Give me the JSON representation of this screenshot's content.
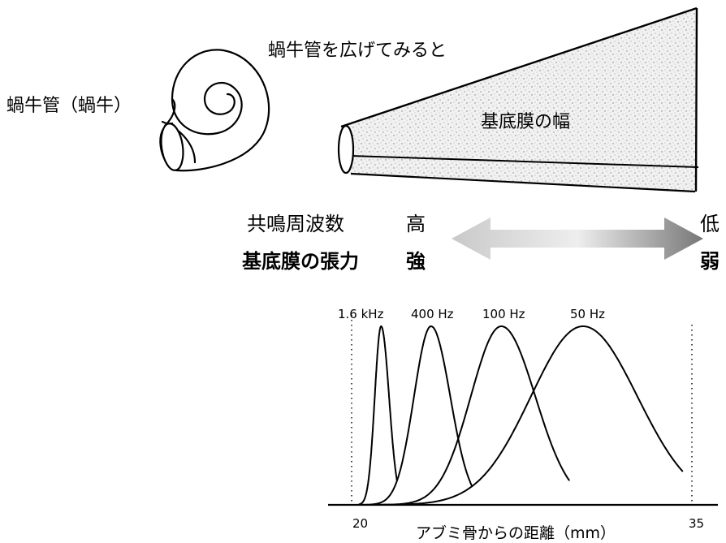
{
  "labels": {
    "cochlea": "蝸牛管（蝸牛）",
    "unrolled": "蝸牛管を広げてみると",
    "membrane_width": "基底膜の幅",
    "resonance_label": "共鳴周波数",
    "resonance_high": "高",
    "resonance_low": "低",
    "tension_label": "基底膜の張力",
    "tension_strong": "強",
    "tension_weak": "弱"
  },
  "icons": {
    "arrow": "double-arrow-icon",
    "cochlea": "spiral-cochlea-icon"
  },
  "chart_data": {
    "type": "line",
    "xlabel": "アブミ骨からの距離（mm）",
    "xlim": [
      20,
      35
    ],
    "x_ticks": [
      "20",
      "35"
    ],
    "series": [
      {
        "name": "1.6 kHz",
        "peak_x": 21.3
      },
      {
        "name": "400 Hz",
        "peak_x": 23.5
      },
      {
        "name": "100 Hz",
        "peak_x": 26.6
      },
      {
        "name": "50 Hz",
        "peak_x": 30.2
      }
    ]
  }
}
